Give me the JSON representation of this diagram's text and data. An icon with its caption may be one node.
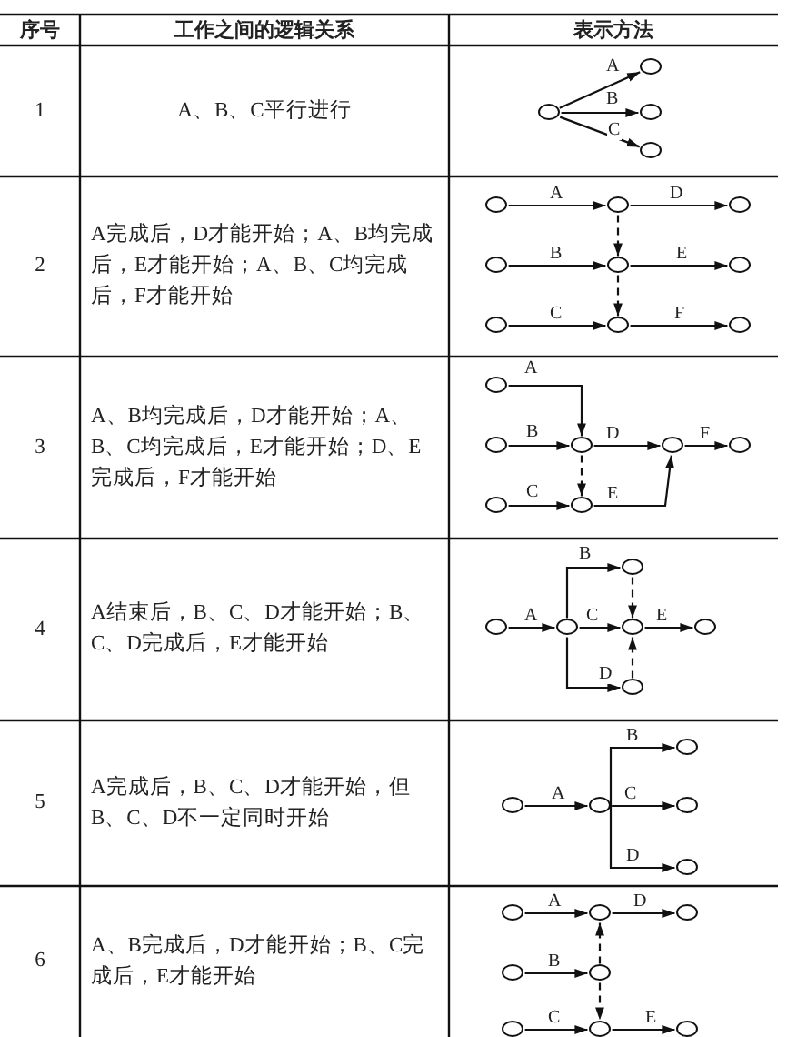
{
  "diagram": {
    "nodes": [
      {
        "text": [],
        "shape": "circle"
      },
      {
        "text": [],
        "shape": "circle"
      },
      {
        "text": [],
        "shape": "circle"
      },
      {
        "text": [],
        "shape": "circle"
      },
      {
        "text": [],
        "shape": "circle"
      },
      {
        "text": [],
        "shape": "circle"
      },
      {
        "text": [],
        "shape": "circle"
      },
      {
        "text": [],
        "shape": "circle"
      },
      {
        "text": [],
        "shape": "circle"
      },
      {
        "text": [],
        "shape": "circle"
      },
      {
        "text": [],
        "shape": "circle"
      },
      {
        "text": [],
        "shape": "circle"
      },
      {
        "text": [],
        "shape": "circle"
      },
      {
        "text": [],
        "shape": "circle"
      },
      {
        "text": [],
        "shape": "circle"
      },
      {
        "text": [],
        "shape": "circle"
      },
      {
        "text": [],
        "shape": "circle"
      },
      {
        "text": [],
        "shape": "circle"
      },
      {
        "text": [],
        "shape": "circle"
      },
      {
        "text": [],
        "shape": "circle"
      },
      {
        "text": [],
        "shape": "circle"
      },
      {
        "text": [],
        "shape": "circle"
      },
      {
        "text": [],
        "shape": "circle"
      },
      {
        "text": [],
        "shape": "circle"
      },
      {
        "text": [],
        "shape": "circle"
      },
      {
        "text": [],
        "shape": "circle"
      },
      {
        "text": [],
        "shape": "circle"
      },
      {
        "text": [],
        "shape": "circle"
      },
      {
        "text": [],
        "shape": "circle"
      },
      {
        "text": [],
        "shape": "circle"
      },
      {
        "text": [],
        "shape": "circle"
      },
      {
        "text": [],
        "shape": "circle"
      },
      {
        "text": [],
        "shape": "circle"
      },
      {
        "text": [],
        "shape": "circle"
      },
      {
        "text": [],
        "shape": "circle"
      },
      {
        "text": [],
        "shape": "circle"
      },
      {
        "text": [],
        "shape": "circle"
      },
      {
        "text": [],
        "shape": "circle"
      },
      {
        "text": [],
        "shape": "circle"
      }
    ],
    "edges": [
      {
        "from": 0,
        "to": 1,
        "arrow": "to",
        "label": "A"
      },
      {
        "from": 0,
        "to": 2,
        "arrow": "to",
        "label": "B"
      },
      {
        "from": 0,
        "to": 3,
        "arrow": "to",
        "label": "C"
      },
      {
        "from": 4,
        "to": 5,
        "arrow": "to",
        "label": "A"
      },
      {
        "from": 5,
        "to": 6,
        "arrow": "to",
        "label": "D"
      },
      {
        "from": 7,
        "to": 8,
        "arrow": "to",
        "label": "B"
      },
      {
        "from": 8,
        "to": 9,
        "arrow": "to",
        "label": "E"
      },
      {
        "from": 10,
        "to": 11,
        "arrow": "to",
        "label": "C"
      },
      {
        "from": 11,
        "to": 12,
        "arrow": "to",
        "label": "F"
      },
      {
        "from": 5,
        "to": 8,
        "arrow": "to",
        "style": "dashed"
      },
      {
        "from": 8,
        "to": 11,
        "arrow": "to",
        "style": "dashed"
      },
      {
        "from": 13,
        "to": 15,
        "arrow": "to",
        "label": "A"
      },
      {
        "from": 14,
        "to": 15,
        "arrow": "to",
        "label": "B"
      },
      {
        "from": 15,
        "to": 16,
        "arrow": "to",
        "label": "D"
      },
      {
        "from": 16,
        "to": 17,
        "arrow": "to",
        "label": "F"
      },
      {
        "from": 18,
        "to": 19,
        "arrow": "to",
        "label": "C"
      },
      {
        "from": 19,
        "to": 16,
        "arrow": "to",
        "label": "E"
      },
      {
        "from": 15,
        "to": 19,
        "arrow": "to",
        "style": "dashed"
      },
      {
        "from": 20,
        "to": 21,
        "arrow": "to",
        "label": "A"
      },
      {
        "from": 21,
        "to": 22,
        "arrow": "to",
        "label": "B"
      },
      {
        "from": 21,
        "to": 23,
        "arrow": "to",
        "label": "C"
      },
      {
        "from": 21,
        "to": 25,
        "arrow": "to",
        "label": "D"
      },
      {
        "from": 22,
        "to": 23,
        "arrow": "to",
        "style": "dashed"
      },
      {
        "from": 25,
        "to": 23,
        "arrow": "to",
        "style": "dashed"
      },
      {
        "from": 23,
        "to": 24,
        "arrow": "to",
        "label": "E"
      },
      {
        "from": 26,
        "to": 27,
        "arrow": "to",
        "label": "A"
      },
      {
        "from": 27,
        "to": 28,
        "arrow": "to",
        "label": "B"
      },
      {
        "from": 27,
        "to": 29,
        "arrow": "to",
        "label": "C"
      },
      {
        "from": 27,
        "to": 30,
        "arrow": "to",
        "label": "D"
      },
      {
        "from": 31,
        "to": 32,
        "arrow": "to",
        "label": "A"
      },
      {
        "from": 32,
        "to": 33,
        "arrow": "to",
        "label": "D"
      },
      {
        "from": 34,
        "to": 35,
        "arrow": "to",
        "label": "B"
      },
      {
        "from": 35,
        "to": 32,
        "arrow": "to",
        "style": "dashed"
      },
      {
        "from": 35,
        "to": 37,
        "arrow": "to",
        "style": "dashed"
      },
      {
        "from": 36,
        "to": 37,
        "arrow": "to",
        "label": "C"
      },
      {
        "from": 37,
        "to": 38,
        "arrow": "to",
        "label": "E"
      }
    ],
    "labels": [
      "序号",
      "工作之间的逻辑关系",
      "表示方法",
      "1",
      "A、B、C平行进行",
      "2",
      "A完成后，D才能开始；A、B均完成后，E才能开始；A、B、C均完成后，F才能开始",
      "3",
      "A、B均完成后，D才能开始；A、B、C均完成后，E才能开始；D、E完成后，F才能开始",
      "4",
      "A结束后，B、C、D才能开始；B、C、D完成后，E才能开始",
      "5",
      "A完成后，B、C、D才能开始，但B、C、D不一定同时开始",
      "6",
      "A、B完成后，D才能开始；B、C完成后，E才能开始"
    ]
  }
}
